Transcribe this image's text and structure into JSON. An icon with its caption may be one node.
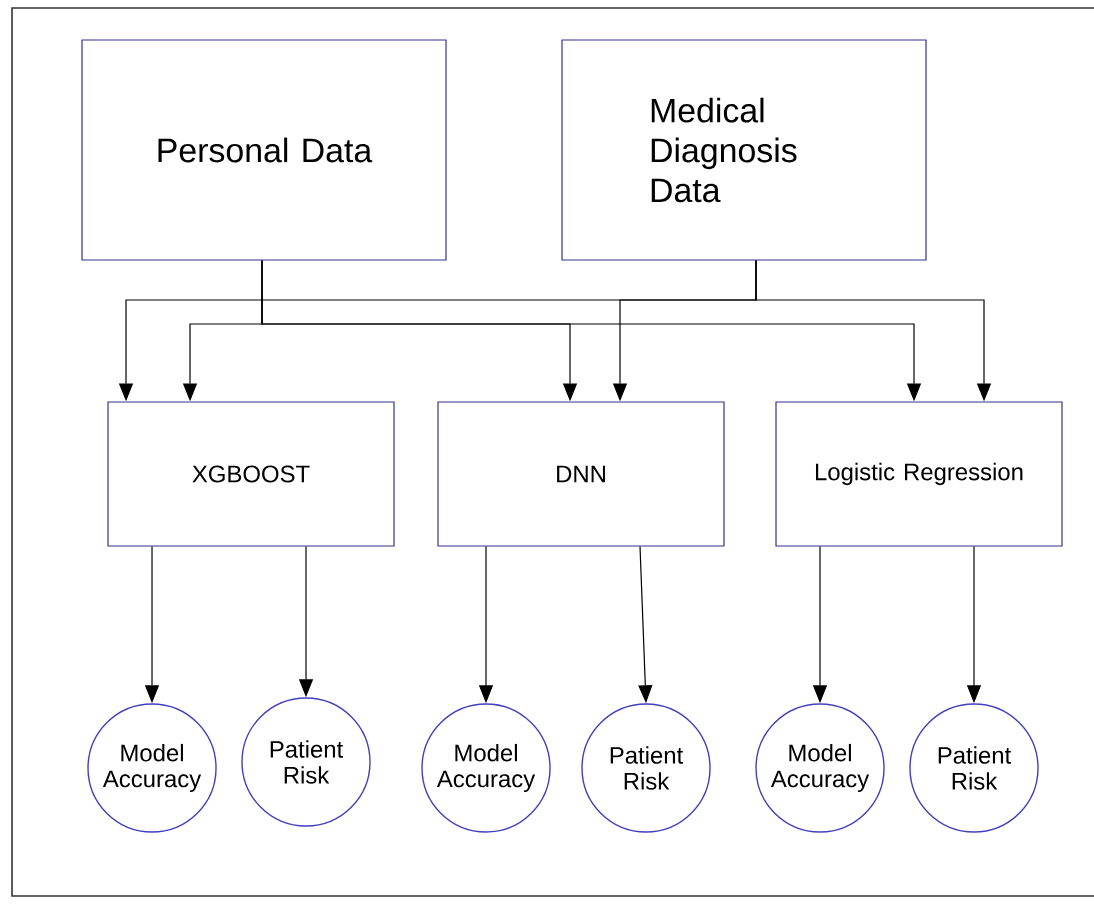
{
  "diagram": {
    "nodes": [
      {
        "text": [
          "Personal Data"
        ]
      },
      {
        "text": [
          "Medical Diagnosis Data"
        ]
      },
      {
        "text": [
          "XGBOOST"
        ]
      },
      {
        "text": [
          "DNN"
        ]
      },
      {
        "text": [
          "Logistic Regression"
        ]
      },
      {
        "text": [
          "Model Accuracy"
        ]
      },
      {
        "text": [
          "Patient Risk"
        ]
      },
      {
        "text": [
          "Model Accuracy"
        ]
      },
      {
        "text": [
          "Patient Risk"
        ]
      },
      {
        "text": [
          "Model Accuracy"
        ]
      },
      {
        "text": [
          "Patient Risk"
        ]
      }
    ],
    "edges": [
      {
        "from": 0,
        "to": 2,
        "arrow": "to"
      },
      {
        "from": 0,
        "to": 3,
        "arrow": "to"
      },
      {
        "from": 0,
        "to": 4,
        "arrow": "to"
      },
      {
        "from": 1,
        "to": 2,
        "arrow": "to"
      },
      {
        "from": 1,
        "to": 3,
        "arrow": "to"
      },
      {
        "from": 1,
        "to": 4,
        "arrow": "to"
      },
      {
        "from": 2,
        "to": 5,
        "arrow": "to"
      },
      {
        "from": 2,
        "to": 6,
        "arrow": "to"
      },
      {
        "from": 3,
        "to": 7,
        "arrow": "to"
      },
      {
        "from": 3,
        "to": 8,
        "arrow": "to"
      },
      {
        "from": 4,
        "to": 9,
        "arrow": "to"
      },
      {
        "from": 4,
        "to": 10,
        "arrow": "to"
      }
    ]
  }
}
